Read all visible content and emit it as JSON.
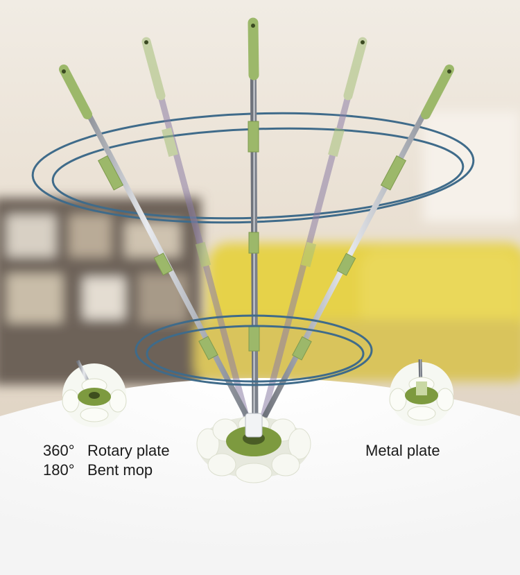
{
  "features_left": [
    {
      "degrees": "360°",
      "label": "Rotary plate"
    },
    {
      "degrees": "180°",
      "label": "Bent mop"
    }
  ],
  "features_right": [
    {
      "label": "Metal plate"
    }
  ],
  "colors": {
    "handle_green": "#9cb86a",
    "pole_steel": "#8a8f9a",
    "ring_blue": "#3f6b8a",
    "sofa_yellow": "#e6d24a",
    "mop_white": "#f4f6ee",
    "plate_green": "#7d9a3f"
  }
}
